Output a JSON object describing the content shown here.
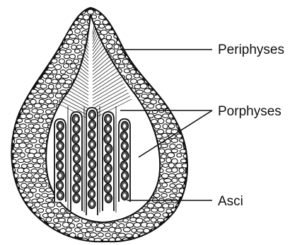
{
  "labels": {
    "periphyses": "Periphyses",
    "porphyses": "Porphyses",
    "asci": "Asci"
  },
  "colors": {
    "ink": "#111111",
    "cell_fill": "#ffffff",
    "background": "#ffffff"
  }
}
